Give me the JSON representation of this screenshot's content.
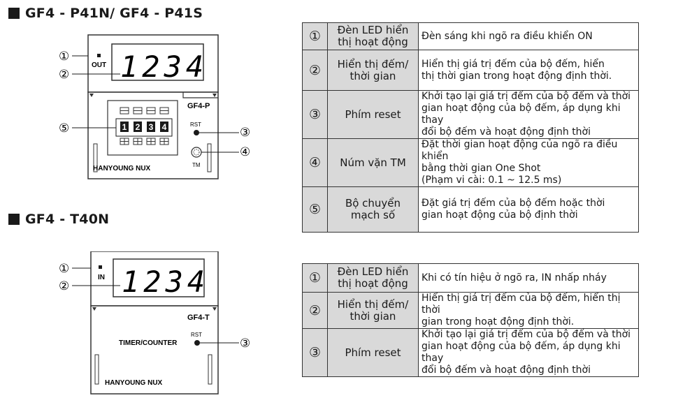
{
  "headings": {
    "p41": "GF4 - P41N/ GF4 - P41S",
    "t40": "GF4 - T40N"
  },
  "device_p41": {
    "led_label": "OUT",
    "display_digits": "1234",
    "model": "GF4-P",
    "reset_label": "RST",
    "tm_label": "TM",
    "switch_digits": [
      "1",
      "2",
      "3",
      "4"
    ],
    "brand": "HANYOUNG NUX",
    "callouts": [
      "①",
      "②",
      "⑤",
      "③",
      "④"
    ]
  },
  "device_t40": {
    "led_label": "IN",
    "display_digits": "1234",
    "model": "GF4-T",
    "reset_label": "RST",
    "center_label": "TIMER/COUNTER",
    "brand": "HANYOUNG NUX",
    "callouts": [
      "①",
      "②",
      "③"
    ]
  },
  "table_p41": [
    {
      "num": "①",
      "name": [
        "Đèn LED hiển",
        "thị hoạt động"
      ],
      "desc": [
        "Đèn sáng khi ngõ ra điều khiển ON"
      ]
    },
    {
      "num": "②",
      "name": [
        "Hiển thị đếm/",
        "thời gian"
      ],
      "desc": [
        "Hiển thị giá trị đếm của bộ đếm, hiển",
        "thị thời gian trong hoạt động định thời."
      ]
    },
    {
      "num": "③",
      "name": [
        "Phím reset"
      ],
      "desc": [
        "Khởi tạo lại giá trị đếm của bộ đếm và thời",
        "gian hoạt động của bộ đếm, áp dụng khi thay",
        "đổi bộ đếm và hoạt động định thời"
      ]
    },
    {
      "num": "④",
      "name": [
        "Núm vặn TM"
      ],
      "desc": [
        "Đặt thời gian hoạt động của ngõ ra điều khiển",
        "bằng thời gian One Shot",
        "(Phạm vi cài: 0.1 ~ 12.5 ms)"
      ]
    },
    {
      "num": "⑤",
      "name": [
        "Bộ chuyển",
        "mạch số"
      ],
      "desc": [
        "Đặt giá trị đếm của bộ đếm hoặc thời",
        "gian hoạt động của bộ định thời"
      ]
    }
  ],
  "table_t40": [
    {
      "num": "①",
      "name": [
        "Đèn LED hiển",
        "thị hoạt động"
      ],
      "desc": [
        "Khi có tín hiệu ở ngõ ra, IN nhấp nháy"
      ]
    },
    {
      "num": "②",
      "name": [
        "Hiển thị đếm/",
        "thời gian"
      ],
      "desc": [
        "Hiển thị giá trị đếm của bộ đếm, hiển thị thời",
        "gian trong hoạt động định thời."
      ]
    },
    {
      "num": "③",
      "name": [
        "Phím reset"
      ],
      "desc": [
        "Khởi tạo lại giá trị đếm của bộ đếm và thời",
        "gian hoạt động của bộ đếm, áp dụng khi thay",
        "đổi bộ đếm và hoạt động định thời"
      ]
    }
  ]
}
